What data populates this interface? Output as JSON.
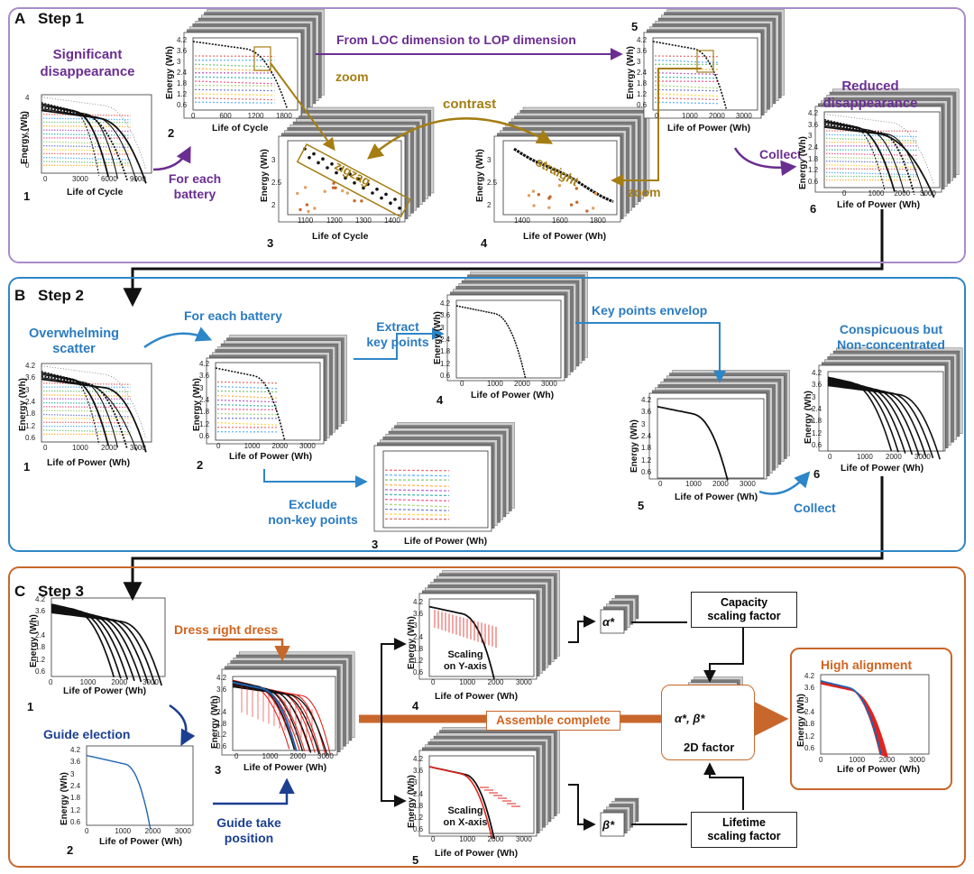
{
  "colors": {
    "purple": "#a98cc9",
    "purple_text": "#6a2e91",
    "blue": "#2d86c7",
    "blue_text": "#2b7bc0",
    "orange": "#c8672b",
    "orange_text": "#d06420",
    "gold": "#a57d12",
    "navy": "#1b3f91",
    "red": "#e0231d"
  },
  "panels": [
    {
      "letter": "A",
      "title": "Step 1"
    },
    {
      "letter": "B",
      "title": "Step 2"
    },
    {
      "letter": "C",
      "title": "Step 3"
    }
  ],
  "axis": {
    "energy": "Energy (Wh)",
    "cycle": "Life of Cycle",
    "power": "Life of Power (Wh)",
    "power_spaced": "Life of Power  (Wh)"
  },
  "ticks": {
    "e_full": [
      "4.2",
      "3.6",
      "3",
      "2.4",
      "1.8",
      "1.2",
      "0.6"
    ],
    "e_a1": [
      "4",
      "3",
      "2",
      "1",
      "0"
    ],
    "e_zoom": [
      "3",
      "2.5",
      "2"
    ],
    "x_a1": [
      "0",
      "3000",
      "6000",
      "9000"
    ],
    "x_a2": [
      "0",
      "600",
      "1200",
      "1800"
    ],
    "x_a3": [
      "1100",
      "1200",
      "1300",
      "1400"
    ],
    "x_a4": [
      "1400",
      "1600",
      "1800"
    ],
    "x_p": [
      "0",
      "1000",
      "2000",
      "3000"
    ]
  },
  "stepA": {
    "significant": "Significant\ndisappearance",
    "for_each": "For each\nbattery",
    "zoom": "zoom",
    "contrast": "contrast",
    "loc_lop": "From LOC dimension to LOP dimension",
    "zigzag": "zigzag",
    "straight": "straight",
    "reduced": "Reduced\ndisappearance",
    "collect": "Collect",
    "nums": [
      "1",
      "2",
      "3",
      "4",
      "5",
      "6"
    ]
  },
  "stepB": {
    "overwhelming": "Overwhelming\nscatter",
    "for_each": "For each battery",
    "extract": "Extract\nkey points",
    "envelop": "Key points envelop",
    "exclude": "Exclude\nnon-key points",
    "conspicuous": "Conspicuous but\nNon-concentrated",
    "collect": "Collect",
    "nums": [
      "1",
      "2",
      "3",
      "4",
      "5",
      "6"
    ]
  },
  "stepC": {
    "dress": "Dress right dress",
    "guide_election": "Guide election",
    "guide_take": "Guide take\nposition",
    "scaling_y": "Scaling\non Y-axis",
    "scaling_x": "Scaling\non X-axis",
    "alpha": "α*",
    "beta": "β*",
    "alphabeta": "α*, β*",
    "capacity": "Capacity\nscaling factor",
    "lifetime": "Lifetime\nscaling factor",
    "assemble": "Assemble complete",
    "factor2d": "2D factor",
    "high": "High alignment",
    "nums": [
      "1",
      "2",
      "3",
      "4",
      "5"
    ]
  }
}
